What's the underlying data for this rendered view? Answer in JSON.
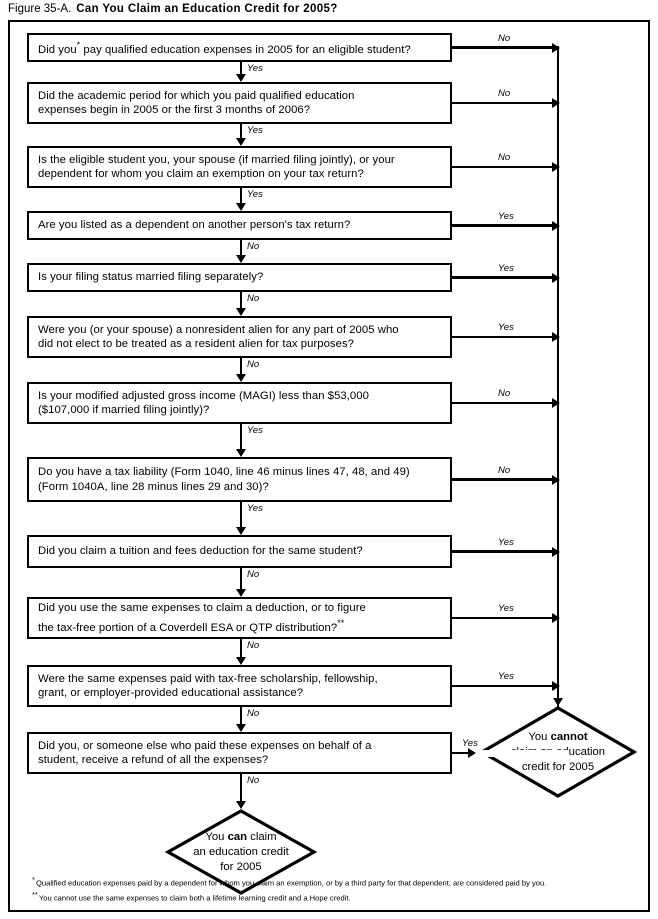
{
  "figure": {
    "number": "Figure 35-A.",
    "title": "Can You Claim an Education Credit for 2005?"
  },
  "questions": [
    {
      "id": "q1",
      "lines": [
        "Did you* pay qualified education expenses in 2005 for an eligible student?"
      ],
      "down_label": "Yes",
      "side_label": "No"
    },
    {
      "id": "q2",
      "lines": [
        "Did the academic period for which you paid qualified education",
        "expenses begin in 2005 or the first 3 months of 2006?"
      ],
      "down_label": "Yes",
      "side_label": "No"
    },
    {
      "id": "q3",
      "lines": [
        "Is the eligible student you, your spouse (if married filing jointly), or your",
        "dependent for whom you claim an exemption on your tax return?"
      ],
      "down_label": "Yes",
      "side_label": "No"
    },
    {
      "id": "q4",
      "lines": [
        "Are you listed as a dependent on another person's tax return?"
      ],
      "down_label": "No",
      "side_label": "Yes"
    },
    {
      "id": "q5",
      "lines": [
        "Is your filing status married filing separately?"
      ],
      "down_label": "No",
      "side_label": "Yes"
    },
    {
      "id": "q6",
      "lines": [
        "Were you (or your spouse) a nonresident alien for any part of 2005 who",
        "did not elect to be treated as a resident alien for tax purposes?"
      ],
      "down_label": "No",
      "side_label": "Yes"
    },
    {
      "id": "q7",
      "lines": [
        "Is your modified adjusted gross income (MAGI) less than $53,000",
        "($107,000 if married filing jointly)?"
      ],
      "down_label": "Yes",
      "side_label": "No"
    },
    {
      "id": "q8",
      "lines": [
        "Do you have a tax liability (Form 1040, line 46 minus lines 47, 48, and 49)",
        "(Form 1040A, line 28 minus lines 29 and 30)?"
      ],
      "down_label": "Yes",
      "side_label": "No"
    },
    {
      "id": "q9",
      "lines": [
        "Did you claim a tuition and fees deduction for the same student?"
      ],
      "down_label": "No",
      "side_label": "Yes"
    },
    {
      "id": "q10",
      "lines": [
        "Did you use the same expenses to claim a deduction, or to figure",
        "the tax-free portion of a Coverdell ESA or QTP distribution?**"
      ],
      "down_label": "No",
      "side_label": "Yes"
    },
    {
      "id": "q11",
      "lines": [
        "Were the same expenses paid with tax-free scholarship, fellowship,",
        "grant, or employer-provided educational assistance?"
      ],
      "down_label": "No",
      "side_label": "Yes"
    },
    {
      "id": "q12",
      "lines": [
        "Did you, or someone else who paid these expenses on behalf of a",
        "student, receive a refund of all the expenses?"
      ],
      "down_label": "No",
      "side_label": "Yes"
    }
  ],
  "outcomes": {
    "cannot": {
      "line1_pre": "You ",
      "line1_bold": "cannot",
      "line2": "claim an education",
      "line3": "credit for 2005"
    },
    "can": {
      "line1_pre": "You ",
      "line1_bold": "can",
      "line1_post": " claim",
      "line2": "an education credit",
      "line3": "for 2005"
    }
  },
  "footnotes": [
    {
      "marker": "*",
      "text": "Qualified education expenses paid by a dependent for whom you claim an exemption, or by a third party for that dependent, are considered paid by you."
    },
    {
      "marker": "**",
      "text": "You cannot use the same expenses to claim both a lifetime learning credit and a Hope credit."
    }
  ],
  "colors": {
    "ink": "#000000",
    "paper": "#ffffff"
  }
}
